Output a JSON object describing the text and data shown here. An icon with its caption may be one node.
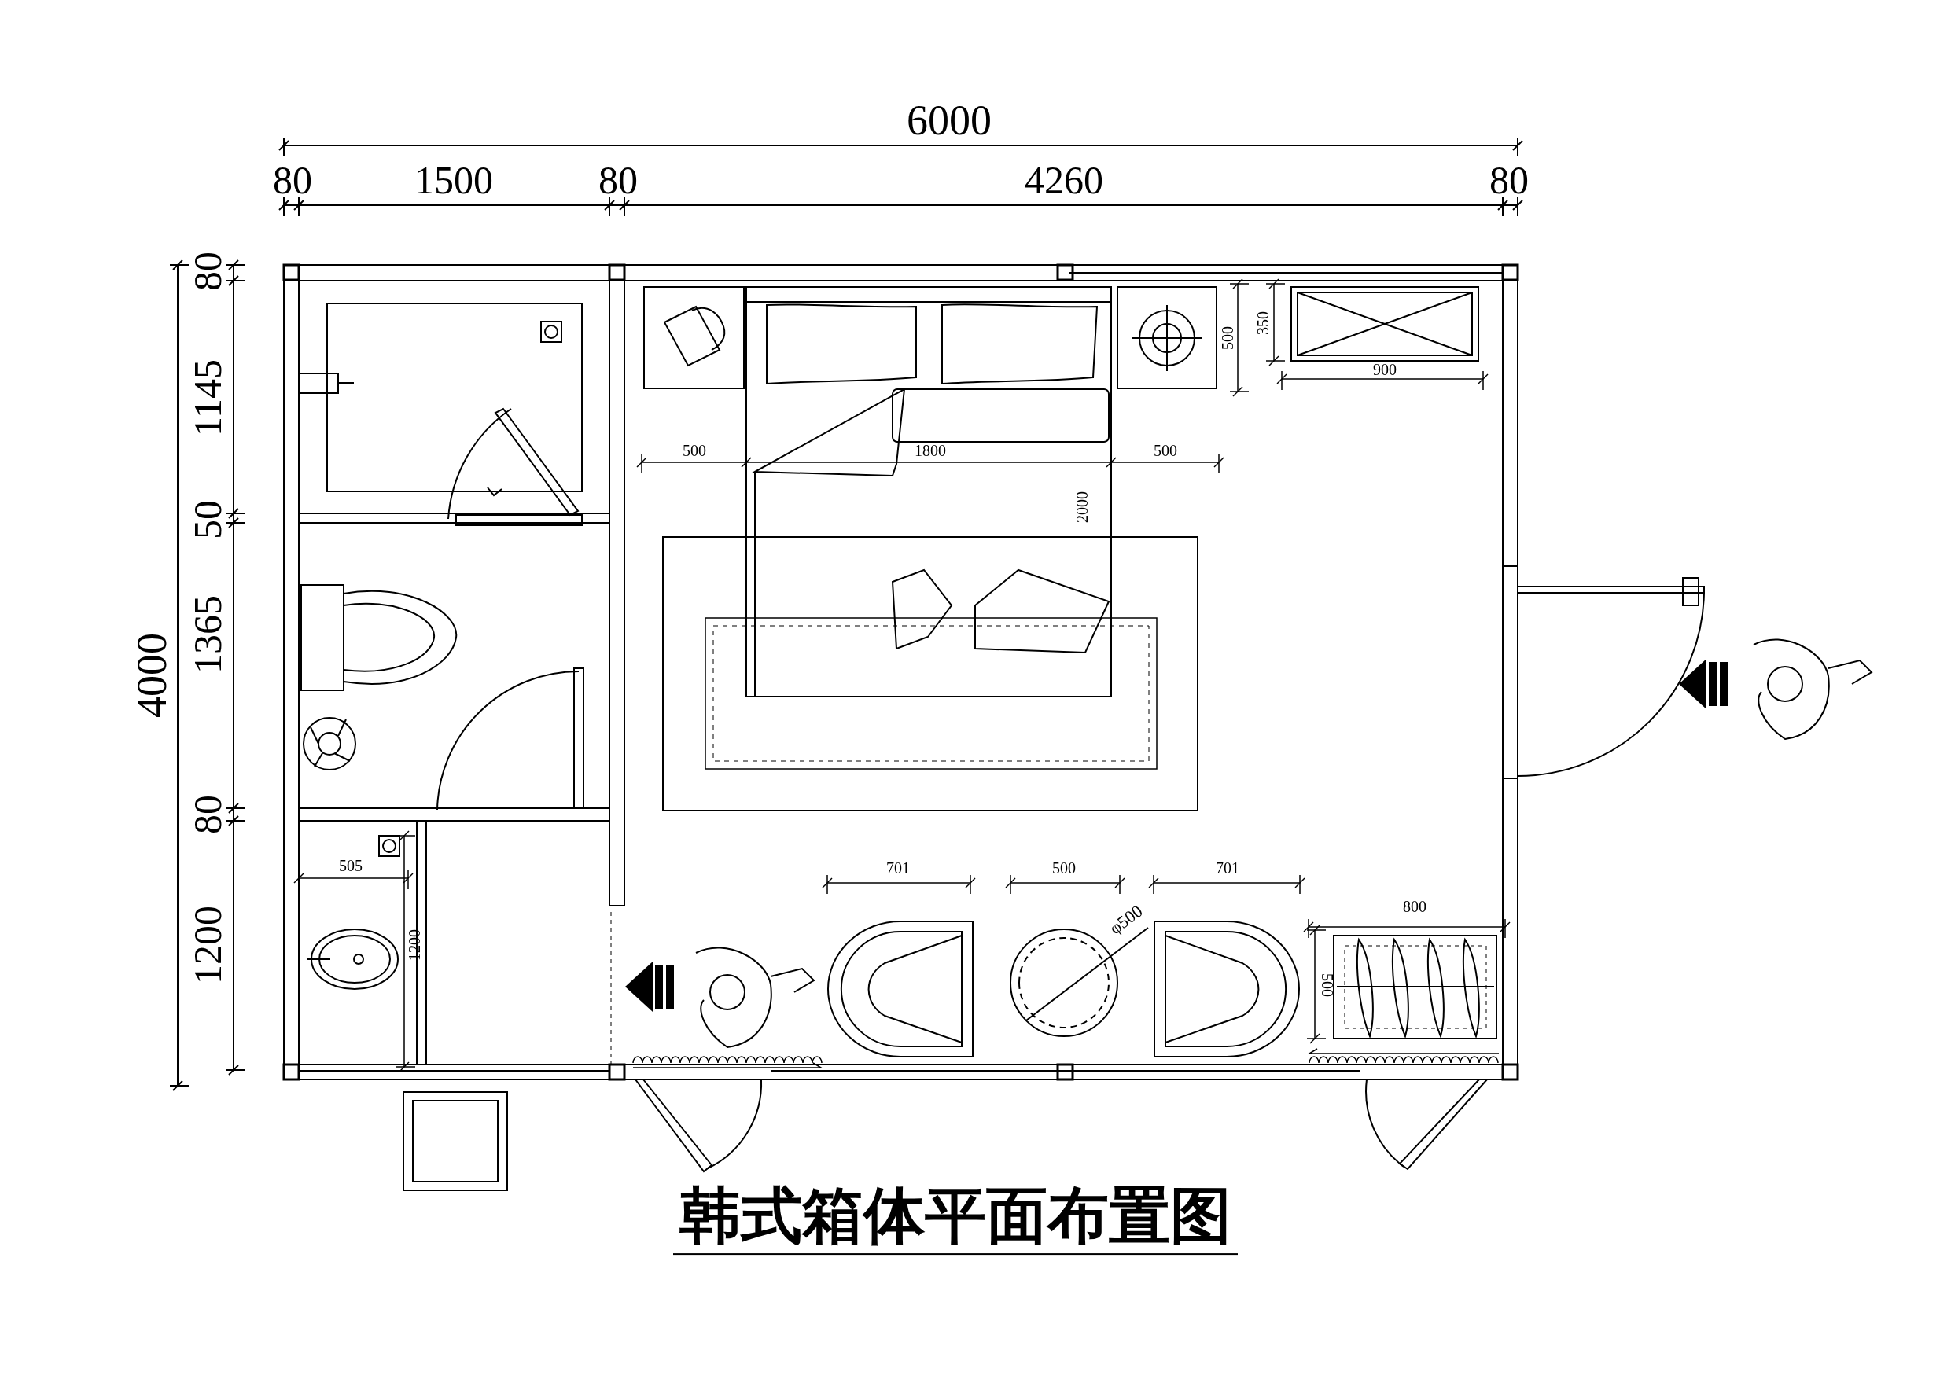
{
  "diagram": {
    "title": "韩式箱体平面布置图",
    "labels": [
      "6000",
      "80",
      "1500",
      "80",
      "4260",
      "80",
      "4000",
      "80",
      "1145",
      "50",
      "1365",
      "80",
      "1200",
      "500",
      "350",
      "900",
      "500",
      "1800",
      "500",
      "2000",
      "505",
      "1200",
      "701",
      "500",
      "701",
      "φ500",
      "800",
      "500"
    ]
  }
}
